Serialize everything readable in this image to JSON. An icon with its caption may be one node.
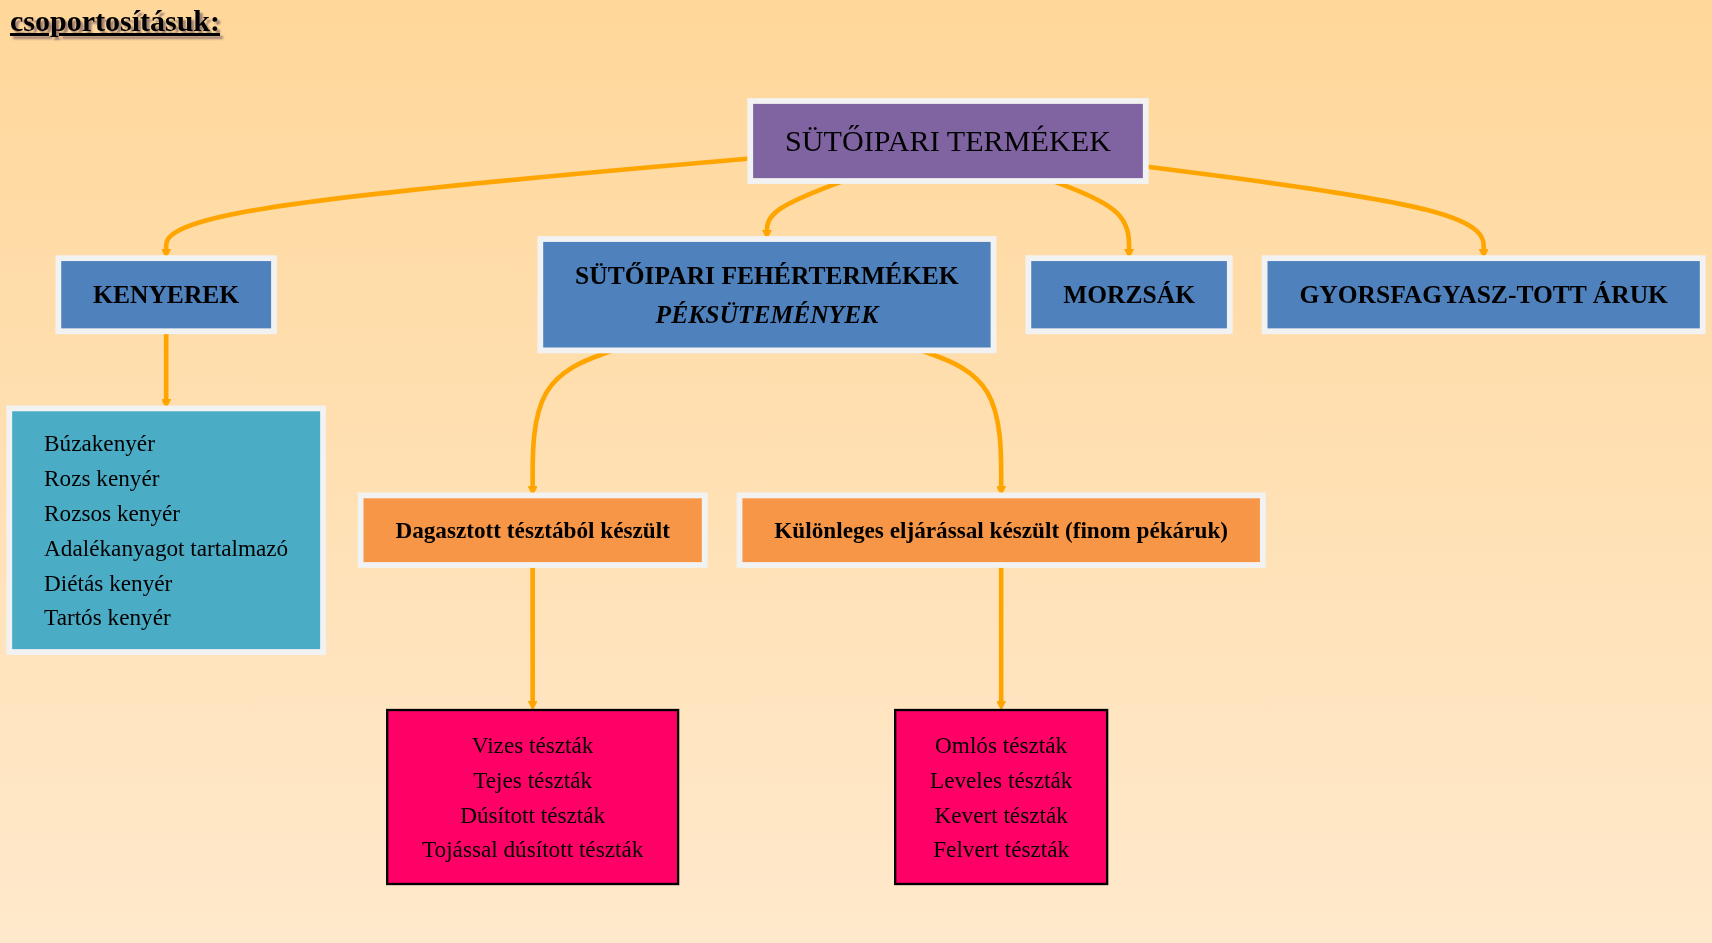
{
  "diagram": {
    "nodes": [
      {
        "text": [
          "SÜTŐIPARI TERMÉKEK"
        ]
      },
      {
        "text": [
          "KENYEREK"
        ]
      },
      {
        "text": [
          "SÜTŐIPARI FEHÉRTERMÉKEK",
          "PÉKSÜTEMÉNYEK"
        ]
      },
      {
        "text": [
          "MORZSÁK"
        ]
      },
      {
        "text": [
          "GYORSFAGYASZ-TOTT ÁRUK"
        ]
      },
      {
        "text": [
          "Búzakenyér",
          "Rozs kenyér",
          "Rozsos kenyér",
          "Adalékanyagot tartalmazó",
          "Diétás kenyér",
          "Tartós kenyér"
        ]
      },
      {
        "text": [
          "Dagasztott tésztából készült"
        ]
      },
      {
        "text": [
          "Különleges eljárással készült (finom pékáruk)"
        ]
      },
      {
        "text": [
          "Vizes tészták",
          "Tejes tészták",
          "Dúsított tészták",
          "Tojással dúsított tészták"
        ]
      },
      {
        "text": [
          "Omlós tészták",
          "Leveles tészták",
          "Kevert tészták",
          "Felvert tészták"
        ]
      }
    ],
    "edges": [
      {
        "from": 0,
        "to": 1,
        "arrow": "to"
      },
      {
        "from": 0,
        "to": 2,
        "arrow": "to"
      },
      {
        "from": 0,
        "to": 3,
        "arrow": "to"
      },
      {
        "from": 0,
        "to": 4,
        "arrow": "to"
      },
      {
        "from": 1,
        "to": 5,
        "arrow": "to"
      },
      {
        "from": 2,
        "to": 6,
        "arrow": "to"
      },
      {
        "from": 2,
        "to": 7,
        "arrow": "to"
      },
      {
        "from": 6,
        "to": 8,
        "arrow": "to"
      },
      {
        "from": 7,
        "to": 9,
        "arrow": "to"
      }
    ],
    "labels": [
      "csoportosításuk:"
    ]
  }
}
